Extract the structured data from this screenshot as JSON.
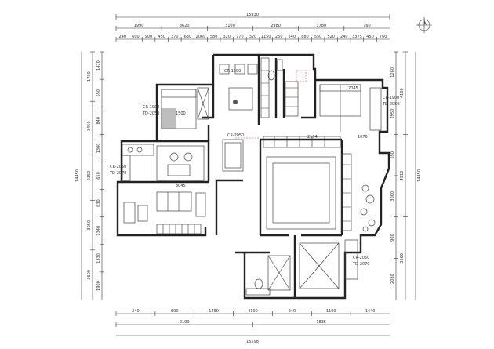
{
  "top_dims_overall": "15930",
  "top_dims_row1": [
    "1990",
    "3620",
    "3100",
    "2980",
    "3780",
    "760"
  ],
  "top_dims_row2": [
    "240",
    "600",
    "900",
    "450",
    "370",
    "630",
    "2060",
    "580",
    "320",
    "770",
    "320",
    "1150",
    "250",
    "540",
    "880",
    "550",
    "520",
    "240",
    "3375",
    "450",
    "760"
  ],
  "left_dims_overall": "14450",
  "left_dims_row1": [
    "1700",
    "3450",
    "2350",
    "3050",
    "3600"
  ],
  "left_dims_row2": [
    "1470",
    "650",
    "840",
    "1300",
    "650",
    "630",
    "1340",
    "1330",
    "1900"
  ],
  "right_dims_overall": "14450",
  "right_dims_row1": [
    "4100",
    "4910",
    "3560"
  ],
  "right_dims_row2": [
    "1260",
    "2950",
    "650",
    "3000",
    "900",
    "2080"
  ],
  "bottom_dims_overall": "15598",
  "bottom_dims_row1": [
    "240",
    "600",
    "1450",
    "4100",
    "240",
    "1100",
    "1440"
  ],
  "bottom_dims_row2": [
    "2190",
    "1835"
  ],
  "inner_labels": [
    "1500",
    "3045",
    "2194",
    "1076",
    "2045"
  ],
  "room_codes": [
    "CR-1900",
    "TD-2050",
    "CR-2050",
    "TD-2070"
  ],
  "north_arrow": "north-arrow"
}
